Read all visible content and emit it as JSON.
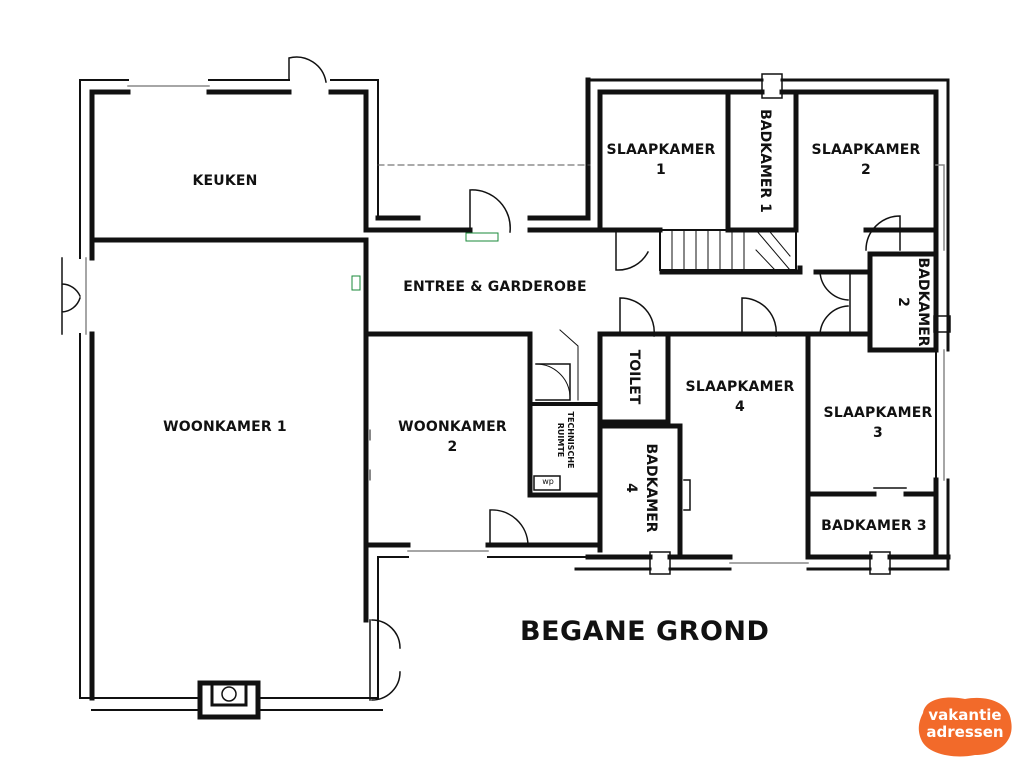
{
  "floor": {
    "title": "BEGANE GROND"
  },
  "rooms": {
    "keuken": "KEUKEN",
    "woonkamer_1": "WOONKAMER 1",
    "woonkamer_2": "WOONKAMER\n2",
    "entree": "ENTREE & GARDEROBE",
    "slaapkamer_1": "SLAAPKAMER\n1",
    "slaapkamer_2": "SLAAPKAMER\n2",
    "slaapkamer_3": "SLAAPKAMER\n3",
    "slaapkamer_4": "SLAAPKAMER\n4",
    "badkamer_1": "BADKAMER 1",
    "badkamer_2": "BADKAMER\n2",
    "badkamer_3": "BADKAMER 3",
    "badkamer_4": "BADKAMER\n4",
    "toilet": "TOILET",
    "technische_ruimte": "TECHNISCHE\nRUIMTE",
    "wp": "wp"
  },
  "logo": {
    "text": "vakantie\nadressen",
    "color": "#f26a2a"
  },
  "colors": {
    "wall": "#111111",
    "window": "#888888",
    "background": "#ffffff"
  }
}
